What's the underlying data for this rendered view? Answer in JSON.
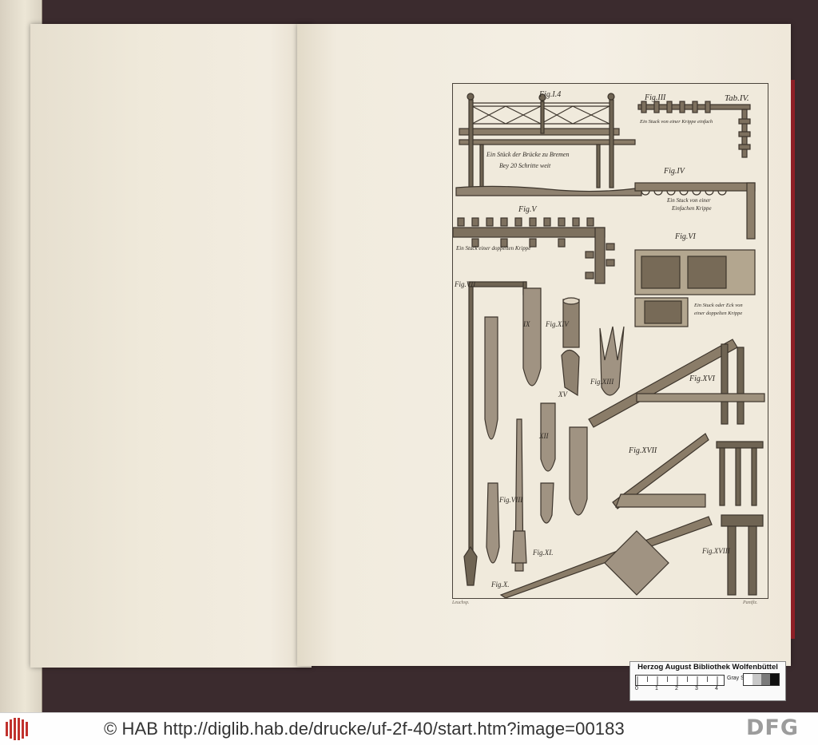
{
  "plate": {
    "tab_label": "Tab.IV.",
    "figures": {
      "fig1": "Fig.I.4",
      "fig3": "Fig.III",
      "fig4": "Fig.IV",
      "fig5": "Fig.V",
      "fig6": "Fig.VI",
      "fig7": "Fig.VII",
      "fig8": "Fig.VIII",
      "fig10": "Fig.X.",
      "fig11": "Fig.XI.",
      "fig12": "XII",
      "fig13": "Fig.XIII",
      "fig14": "Fig.XIV",
      "fig15": "XV",
      "fig16": "Fig.XVI",
      "fig17": "Fig.XVII",
      "fig18": "Fig.XVIII",
      "fig9": "IX"
    },
    "captions": {
      "bridge_1": "Ein Stück der Brücke zu Bremen",
      "bridge_2": "Bey 20 Schritte weit",
      "fig3_caption": "Ein Stuck von einer Krippe einfach",
      "fig4_caption_1": "Ein Stuck von einer",
      "fig4_caption_2": "Einfachen Krippe",
      "fig5_caption": "Ein Stuck einer doppelten Krippe",
      "fig6_caption_1": "Ein Stuck oder Eck von",
      "fig6_caption_2": "einer doppelten Krippe"
    },
    "footer_left": "Leuchsp.",
    "footer_right": "Pantfiz."
  },
  "scale_card": {
    "title": "Herzog August Bibliothek Wolfenbüttel",
    "gray_scale_label": "Gray Scale",
    "ruler_numbers": [
      "0",
      "1",
      "2",
      "3",
      "4"
    ],
    "gray_swatches": [
      "#ffffff",
      "#c8c8c8",
      "#7a7a7a",
      "#111111"
    ]
  },
  "footer_bar": {
    "copyright": "© HAB http://diglib.hab.de/drucke/uf-2f-40/start.htm?image=00183",
    "dfg_logo": "DFG",
    "hab_logo_icon": "hab-logo-icon"
  }
}
